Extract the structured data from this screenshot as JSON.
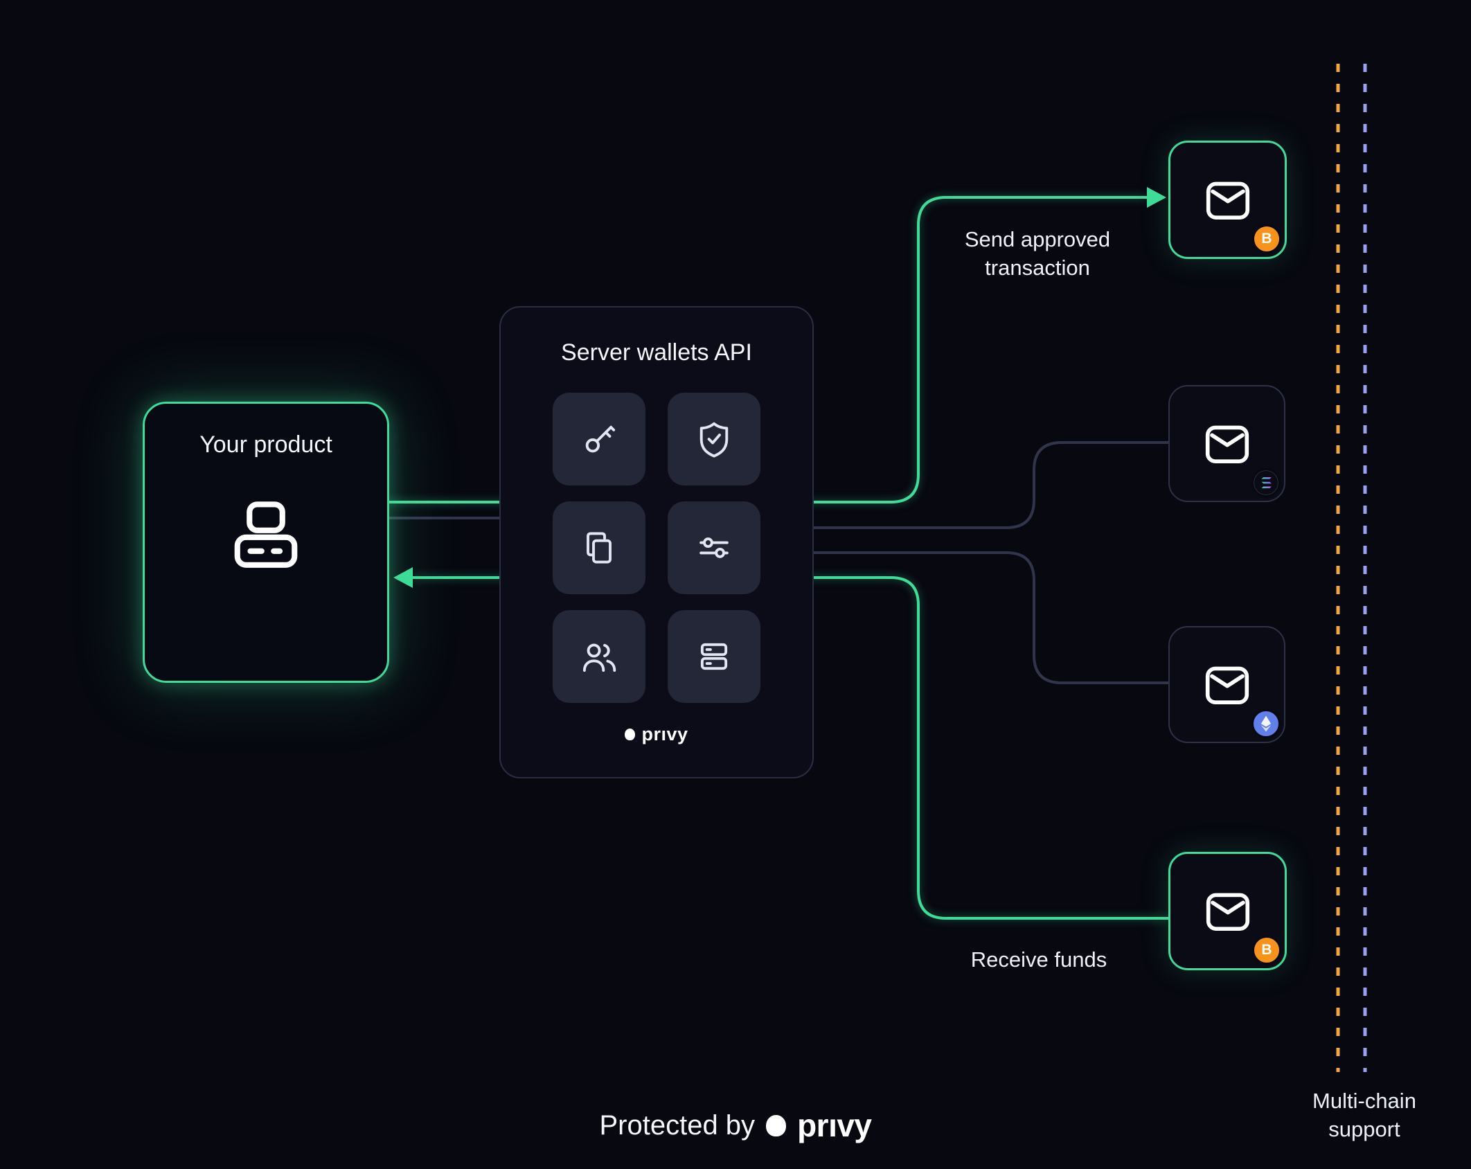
{
  "product_box": {
    "title": "Your product"
  },
  "api_box": {
    "title": "Server wallets API",
    "logo_text": "prıvy",
    "tiles": [
      {
        "icon": "key-icon"
      },
      {
        "icon": "shield-check-icon"
      },
      {
        "icon": "copy-docs-icon"
      },
      {
        "icon": "sliders-icon"
      },
      {
        "icon": "users-icon"
      },
      {
        "icon": "server-stack-icon"
      }
    ]
  },
  "wallets": [
    {
      "chain": "bitcoin",
      "badge_symbol": "B",
      "highlighted": true
    },
    {
      "chain": "solana",
      "highlighted": false
    },
    {
      "chain": "ethereum",
      "highlighted": false
    },
    {
      "chain": "bitcoin",
      "badge_symbol": "B",
      "highlighted": true
    }
  ],
  "annotations": {
    "send_label": "Send approved transaction",
    "receive_label": "Receive funds",
    "multichain_label": "Multi-chain support"
  },
  "footer": {
    "prefix": "Protected by",
    "brand": "prıvy"
  },
  "colors": {
    "background": "#070810",
    "accent_green": "#3edc98",
    "line_gray": "#31354c",
    "chain_orange": "#f2a83c",
    "chain_lavender": "#9aa0f2",
    "chain_gradient_top": "#3edc98",
    "chain_gradient_bottom": "#6a6df4",
    "bitcoin_orange": "#f7931a",
    "ethereum_blue": "#627eea"
  }
}
